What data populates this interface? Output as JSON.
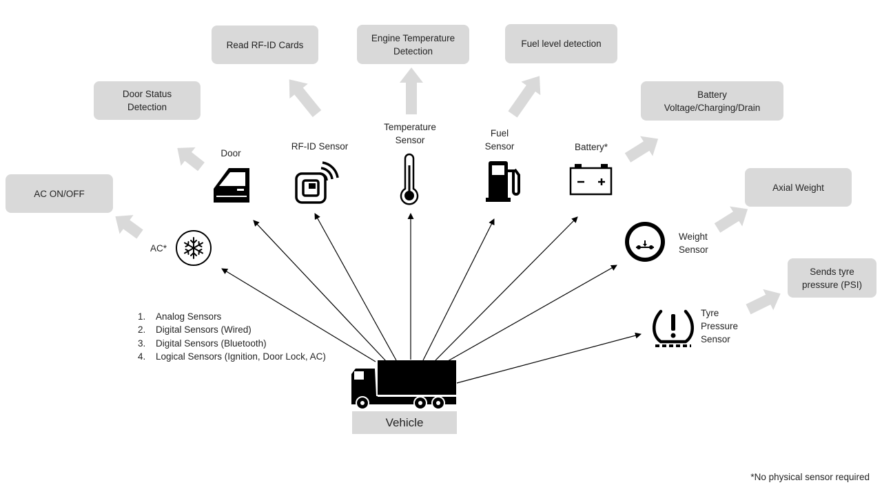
{
  "outputs": {
    "ac": "AC ON/OFF",
    "door": "Door Status\nDetection",
    "rfid": "Read RF-ID Cards",
    "engine_temp": "Engine Temperature\nDetection",
    "fuel": "Fuel level detection",
    "battery": "Battery\nVoltage/Charging/Drain",
    "axial": "Axial Weight",
    "tyre": "Sends tyre\npressure (PSI)"
  },
  "sensors": {
    "ac": "AC*",
    "door": "Door",
    "rfid": "RF-ID Sensor",
    "temperature": "Temperature\nSensor",
    "fuel": "Fuel\nSensor",
    "battery": "Battery*",
    "weight": "Weight\nSensor",
    "tyre": "Tyre\nPressure\nSensor"
  },
  "vehicle": {
    "label": "Vehicle"
  },
  "sensor_types": [
    {
      "num": "1.",
      "text": "Analog Sensors"
    },
    {
      "num": "2.",
      "text": "Digital Sensors (Wired)"
    },
    {
      "num": "3.",
      "text": "Digital Sensors (Bluetooth)"
    },
    {
      "num": "4.",
      "text": "Logical Sensors (Ignition, Door Lock, AC)"
    }
  ],
  "footnote": "*No physical sensor required",
  "icons": [
    "snowflake-icon",
    "car-door-icon",
    "rfid-icon",
    "thermometer-icon",
    "fuel-pump-icon",
    "battery-icon",
    "weight-scale-icon",
    "tyre-pressure-icon",
    "truck-icon"
  ],
  "colors": {
    "box_fill": "#d9d9d9",
    "arrow_gray": "#d9d9d9",
    "ink": "#000000"
  }
}
